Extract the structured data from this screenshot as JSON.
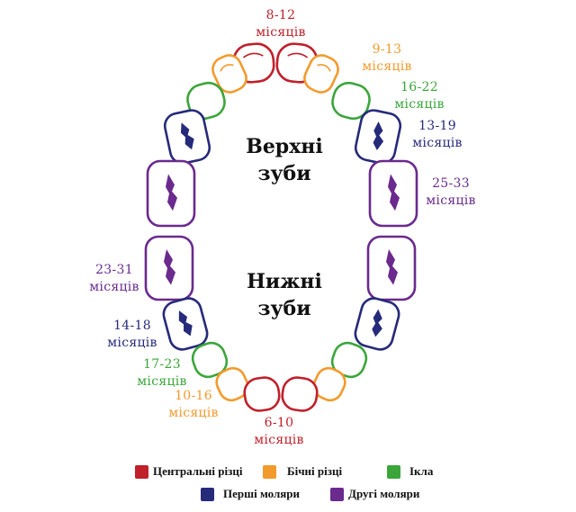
{
  "colors": {
    "central": "#c0202a",
    "lateral": "#f39a2c",
    "canine": "#3aa63a",
    "first_molar": "#262a7a",
    "second_molar": "#6a2a8e"
  },
  "titles": {
    "upper": [
      "Верхні",
      "зуби"
    ],
    "lower": [
      "Нижні",
      "зуби"
    ]
  },
  "labels": {
    "upper_central": {
      "range": "8-12",
      "unit": "місяців"
    },
    "upper_lateral": {
      "range": "9-13",
      "unit": "місяців"
    },
    "upper_canine": {
      "range": "16-22",
      "unit": "місяців"
    },
    "upper_first_molar": {
      "range": "13-19",
      "unit": "місяців"
    },
    "upper_second_molar": {
      "range": "25-33",
      "unit": "місяців"
    },
    "lower_second_molar": {
      "range": "23-31",
      "unit": "місяців"
    },
    "lower_first_molar": {
      "range": "14-18",
      "unit": "місяців"
    },
    "lower_canine": {
      "range": "17-23",
      "unit": "місяців"
    },
    "lower_lateral": {
      "range": "10-16",
      "unit": "місяців"
    },
    "lower_central": {
      "range": "6-10",
      "unit": "місяців"
    }
  },
  "legend": {
    "central": "Центральні різці",
    "lateral": "Бічні різці",
    "canine": "Ікла",
    "first_molar": "Перші моляри",
    "second_molar": "Другі моляри"
  }
}
